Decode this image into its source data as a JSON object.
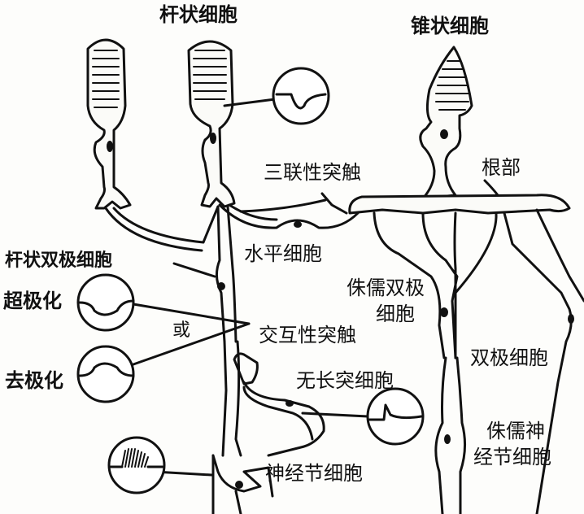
{
  "labels": {
    "rod_cell": "杆状细胞",
    "cone_cell": "锥状细胞",
    "triad_synapse": "三联性突触",
    "root": "根部",
    "horizontal_cell": "水平细胞",
    "rod_bipolar": "杆状双极细胞",
    "hyperpolarization": "超极化",
    "or": "或",
    "reciprocal_synapse": "交互性突触",
    "depolarization": "去极化",
    "midget_bipolar_line1": "侏儒双极",
    "midget_bipolar_line2": "细胞",
    "amacrine_cell": "无长突细胞",
    "bipolar_cell": "双极细胞",
    "midget_ganglion_line1": "侏儒神",
    "midget_ganglion_line2": "经节细胞",
    "ganglion_cell": "神经节细胞"
  },
  "colors": {
    "ink": "#111111",
    "paper": "#fdfdfb"
  }
}
